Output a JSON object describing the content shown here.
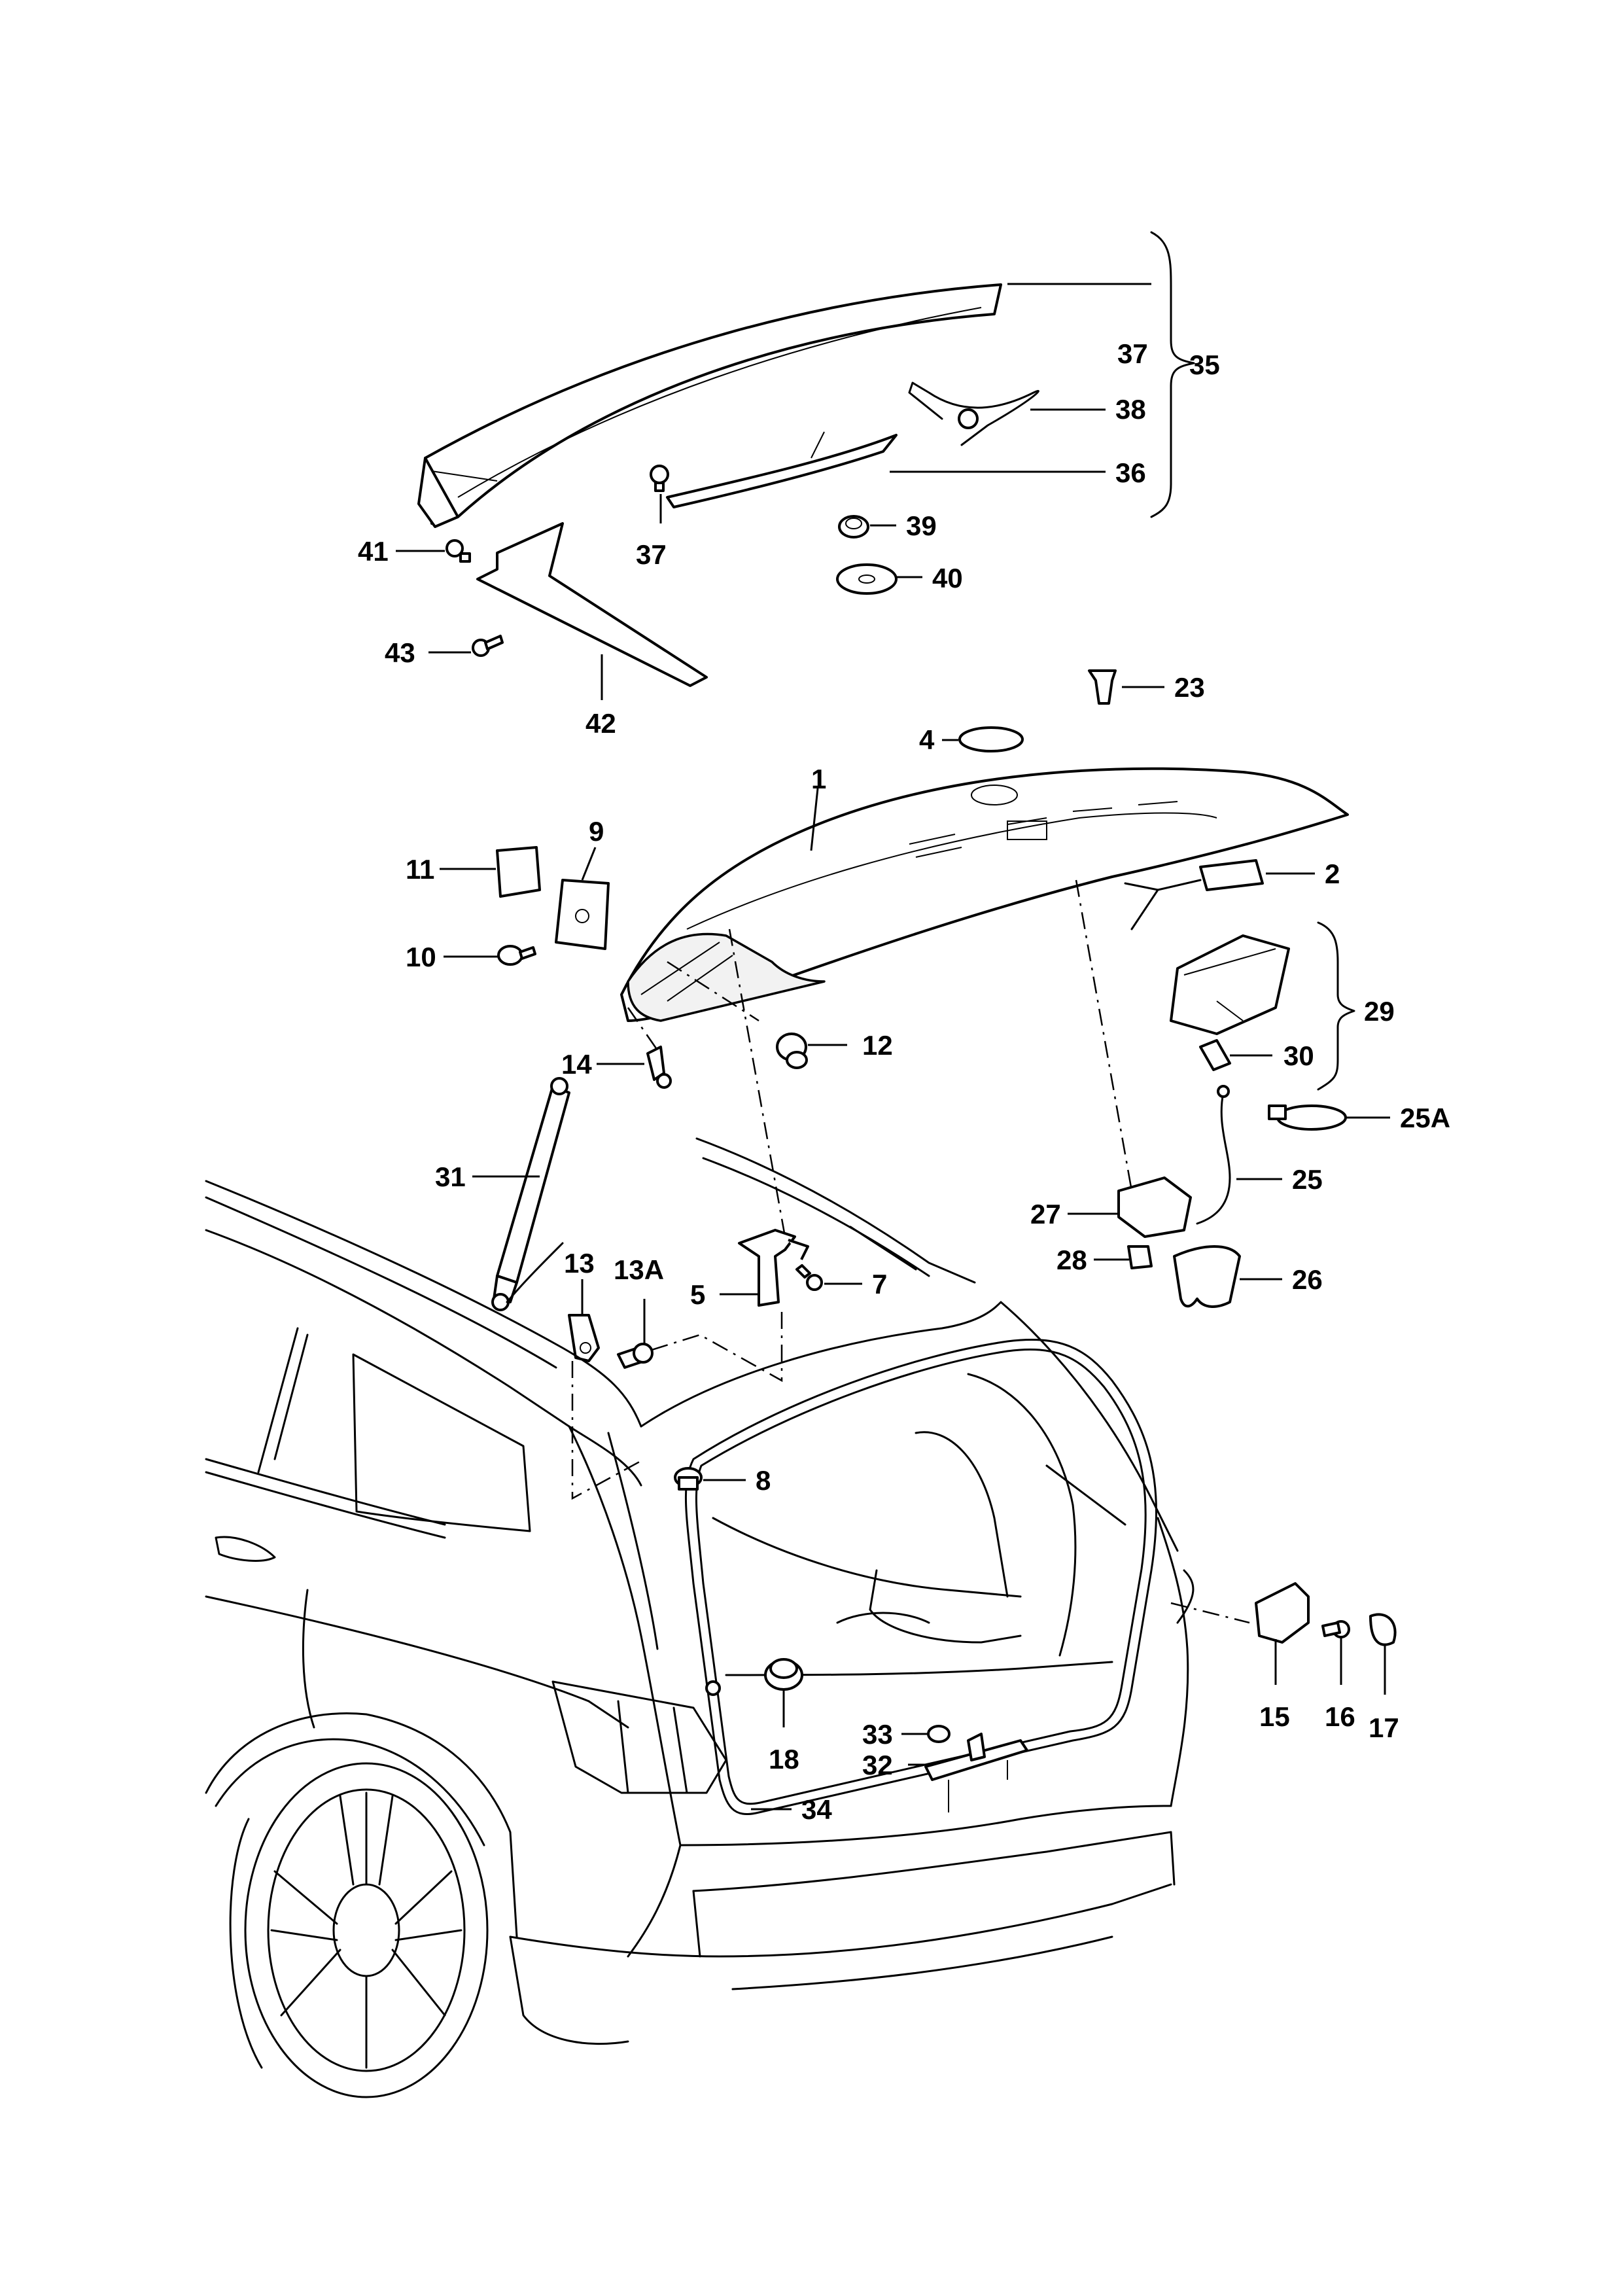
{
  "callouts": {
    "c1": "1",
    "c2": "2",
    "c4": "4",
    "c5": "5",
    "c7": "7",
    "c8": "8",
    "c9": "9",
    "c10": "10",
    "c11": "11",
    "c12": "12",
    "c13": "13",
    "c13a": "13A",
    "c14": "14",
    "c15": "15",
    "c16": "16",
    "c17": "17",
    "c18": "18",
    "c23": "23",
    "c25": "25",
    "c25a": "25A",
    "c26": "26",
    "c27": "27",
    "c28": "28",
    "c29": "29",
    "c30": "30",
    "c31": "31",
    "c32": "32",
    "c33": "33",
    "c34": "34",
    "c35": "35",
    "c36": "36",
    "c37a": "37",
    "c37b": "37",
    "c38": "38",
    "c39": "39",
    "c40": "40",
    "c41": "41",
    "c42": "42",
    "c43": "43"
  }
}
